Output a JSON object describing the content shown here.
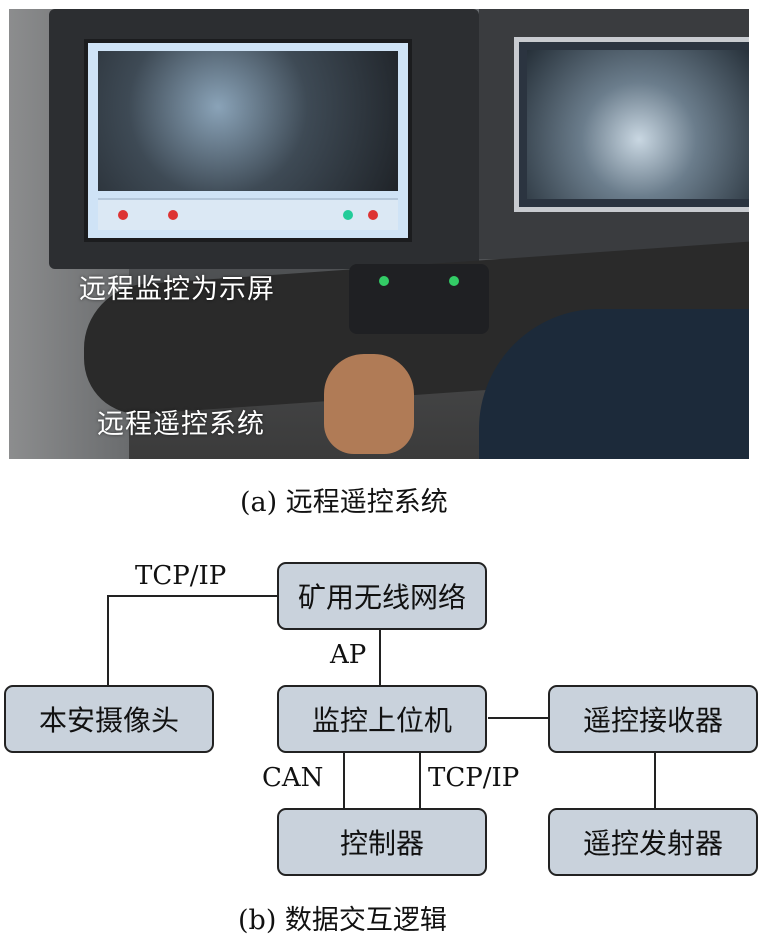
{
  "photo": {
    "label_monitor": "远程监控为示屏",
    "label_remote": "远程遥控系统"
  },
  "captions": {
    "a": "(a)  远程遥控系统",
    "b": "(b)  数据交互逻辑"
  },
  "diagram": {
    "nodes": {
      "wireless": "矿用无线网络",
      "camera": "本安摄像头",
      "host": "监控上位机",
      "receiver": "遥控接收器",
      "controller": "控制器",
      "transmitter": "遥控发射器"
    },
    "edges": {
      "tcpip_top": "TCP/IP",
      "ap": "AP",
      "can": "CAN",
      "tcpip_bottom": "TCP/IP"
    }
  }
}
